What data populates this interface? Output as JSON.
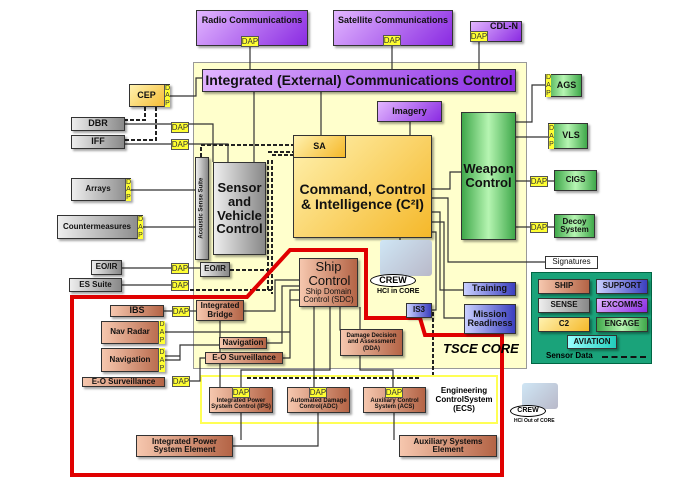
{
  "top": {
    "radio": "Radio Communications",
    "satellite": "Satellite Communications",
    "cdln": "CDL-N"
  },
  "dap": "DAP",
  "dap_letters": [
    "D",
    "A",
    "P"
  ],
  "core": {
    "iecc": "Integrated (External) Communications Control",
    "imagery": "Imagery",
    "sa": "SA",
    "c2i": "Command, Control & Intelligence (C²I)",
    "weapon": "Weapon Control",
    "acoustic": "Acoustic Sense Suite",
    "svc": "Sensor and Vehicle Control",
    "eoir": "EO/IR",
    "ship_control": "Ship Control",
    "sdc": "Ship Domain Control (SDC)",
    "dda": "Damage Decision and Assessment (DDA)",
    "crew": "CREW",
    "hci_core": "HCI in CORE",
    "is3": "IS3",
    "training": "Training",
    "mission": "Mission Readiness",
    "tsce": "TSCE CORE",
    "ib": "Integrated Bridge",
    "navigation": "Navigation",
    "eo_surv": "E-O Surveillance"
  },
  "left": {
    "cep": "CEP",
    "dbr": "DBR",
    "iff": "IFF",
    "arrays": "Arrays",
    "counter": "Countermeasures",
    "eoir": "EO/IR",
    "es": "ES Suite",
    "ibs": "IBS",
    "navradar": "Nav Radar",
    "navigation": "Navigation",
    "eo_surv": "E-O Surveillance"
  },
  "right": {
    "ags": "AGS",
    "vls": "VLS",
    "cigs": "CIGS",
    "decoy": "Decoy System",
    "signatures": "Signatures"
  },
  "ecs": {
    "ips": "Integrated Power System Control (IPS)",
    "adc": "Automated Damage Control(ADC)",
    "acs": "Auxiliary Control System (ACS)",
    "title": "Engineering ControlSystem (ECS)",
    "ipse": "Integrated Power System Element",
    "ase": "Auxiliary Systems Element",
    "crew": "CREW",
    "hci_out": "HCI Out of CORE"
  },
  "legend": {
    "ship": "SHIP",
    "support": "SUPPORT",
    "sense": "SENSE",
    "excomms": "EXCOMMS",
    "c2": "C2",
    "engage": "ENGAGE",
    "aviation": "AVIATION",
    "sensor_data": "Sensor Data"
  },
  "colors": {
    "core_bg": "#ffffcc",
    "boundary": "#e00000",
    "legend_bg": "#1aa37a",
    "dap": "#ffff33"
  }
}
